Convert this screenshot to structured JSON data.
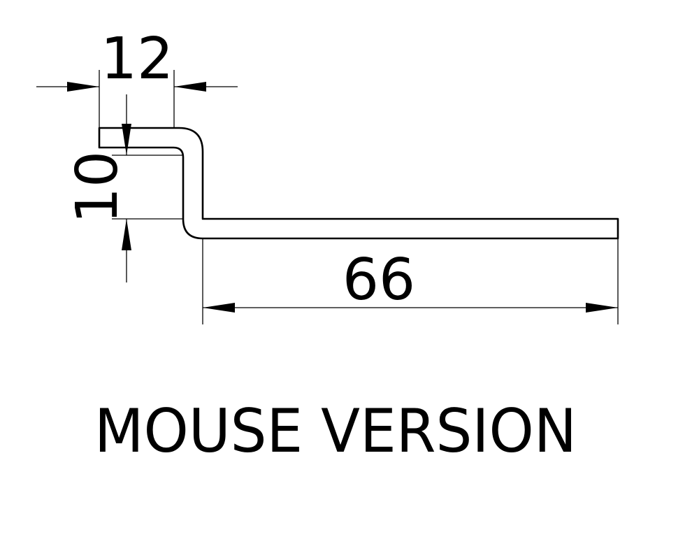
{
  "drawing": {
    "dimensions": {
      "top_width": "12",
      "drop_height": "10",
      "bottom_length": "66"
    },
    "caption": "MOUSE VERSION",
    "colors": {
      "line": "#000000",
      "background": "#ffffff"
    }
  }
}
